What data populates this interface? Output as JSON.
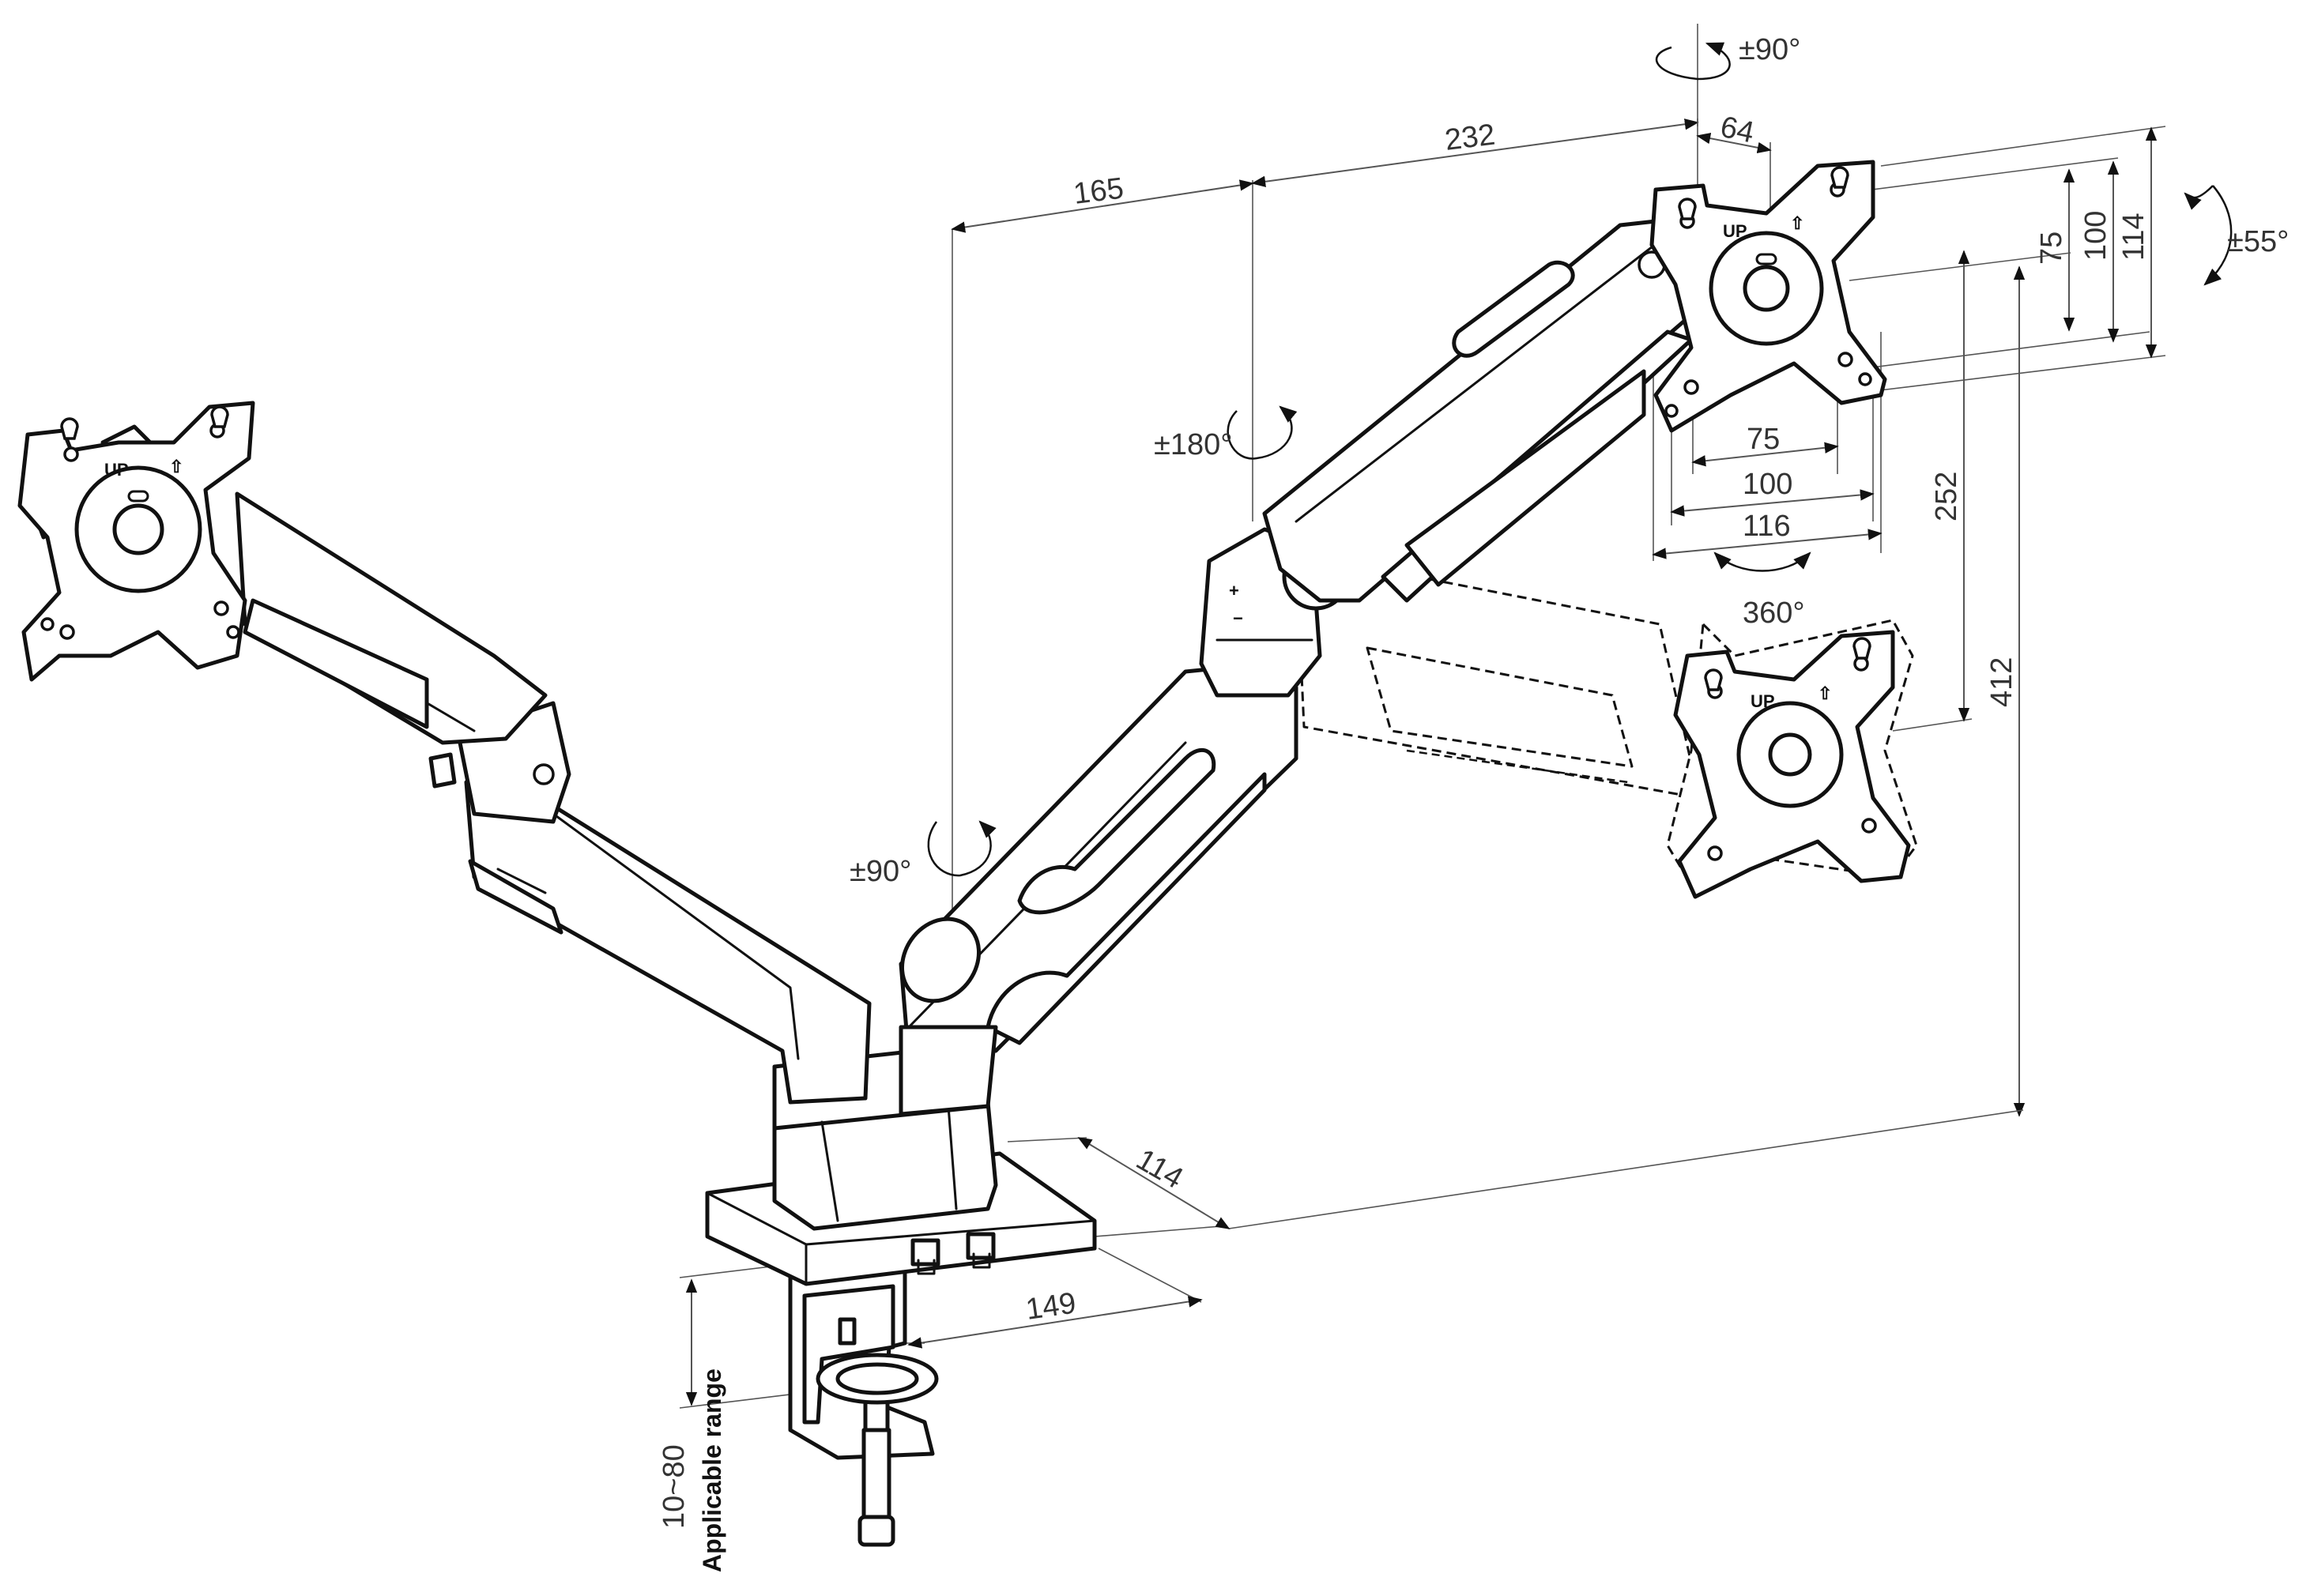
{
  "diagram": {
    "dimensions": {
      "top_rotation": "±90°",
      "tilt": "±55°",
      "arm_rotation": "±180°",
      "pole_rotation": "±90°",
      "plate_rotation": "360°",
      "dim_232": "232",
      "dim_165": "165",
      "dim_64": "64",
      "vesa_v75": "75",
      "vesa_v100": "100",
      "vesa_v114": "114",
      "vesa_h75": "75",
      "vesa_h100": "100",
      "vesa_h116": "116",
      "dim_252": "252",
      "dim_412": "412",
      "base_depth": "114",
      "base_width": "149",
      "clamp_range": "10~80"
    },
    "labels": {
      "up_marker": "UP",
      "up_arrow": "⇧",
      "applicable_range": "Applicable range"
    },
    "colors": {
      "line": "#111111",
      "dimension": "#555555",
      "background": "#ffffff"
    }
  }
}
